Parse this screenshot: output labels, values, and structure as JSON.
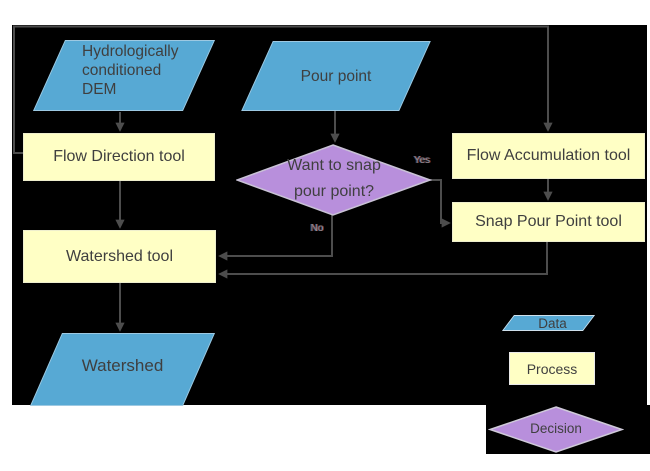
{
  "nodes": {
    "dem": {
      "line1": "Hydrologically",
      "line2": "conditioned",
      "line3": "DEM"
    },
    "pour_point": {
      "label": "Pour point"
    },
    "flow_direction": {
      "label": "Flow Direction tool"
    },
    "flow_accumulation": {
      "label": "Flow Accumulation tool"
    },
    "snap_pour_point": {
      "label": "Snap Pour Point tool"
    },
    "watershed_tool": {
      "label": "Watershed tool"
    },
    "decision": {
      "line1": "Want to snap",
      "line2": "pour point?"
    },
    "watershed": {
      "label": "Watershed"
    }
  },
  "edge_labels": {
    "yes": "Yes",
    "no": "No"
  },
  "legend": {
    "data": "Data",
    "process": "Process",
    "decision": "Decision"
  },
  "colors": {
    "data_fill": "#57a9d4",
    "process_fill": "#ffffc5",
    "decision_fill": "#b88fdc",
    "connector": "#4d4d4d",
    "text": "#3f3f3f",
    "canvas_background": "#000000",
    "page_background": "#ffffff"
  }
}
